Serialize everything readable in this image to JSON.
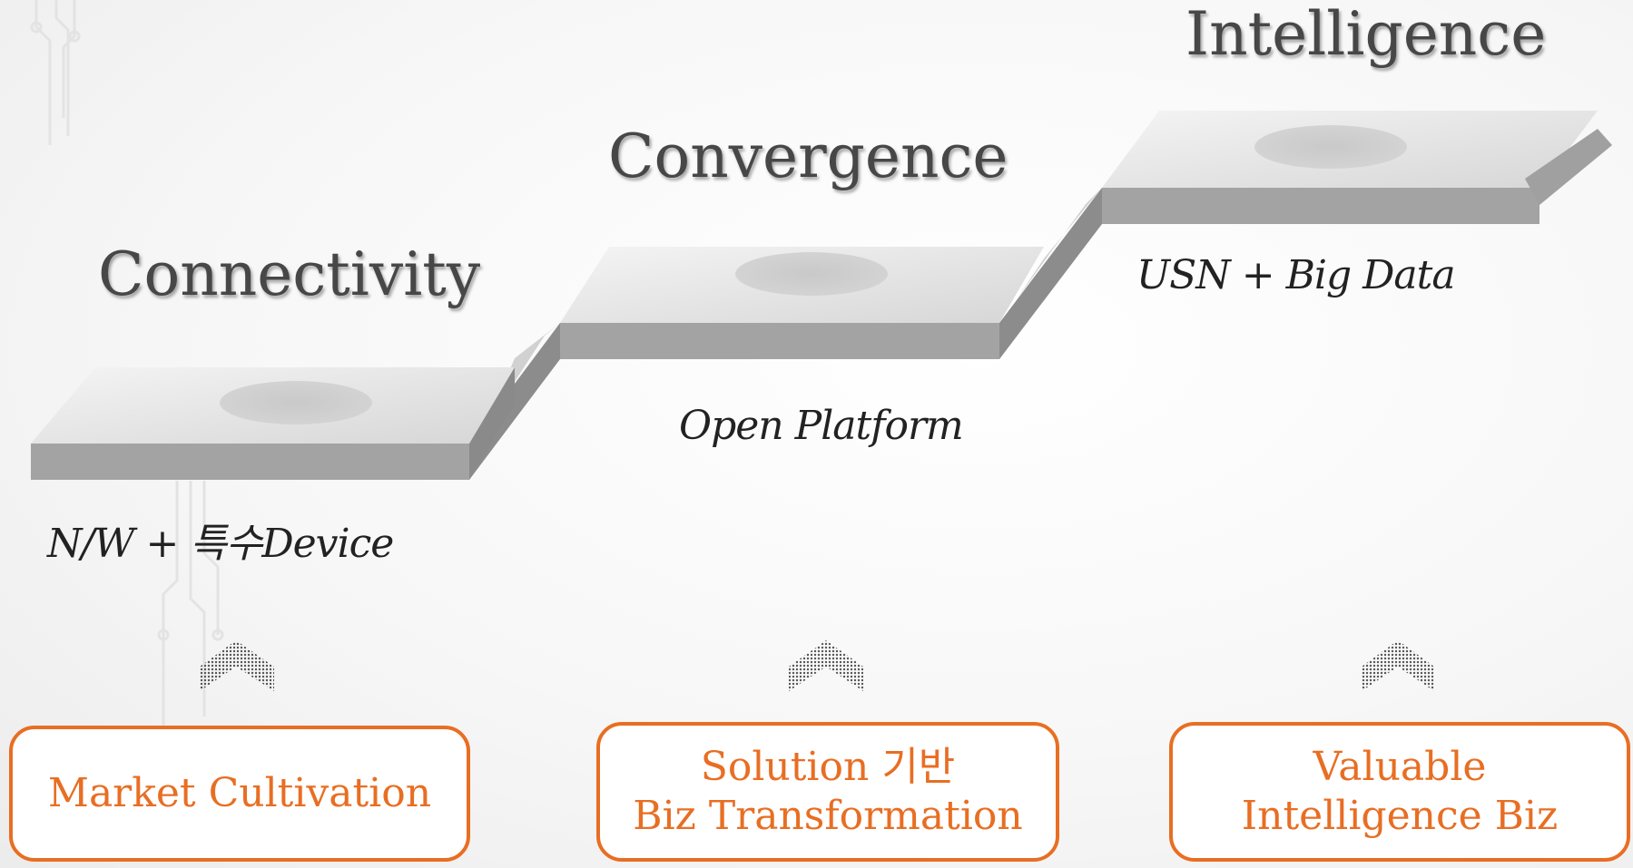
{
  "colors": {
    "accent": "#e86e23",
    "platform_top": "#e6e6e6",
    "platform_front": "#9e9e9e",
    "platform_side": "#8a8a8a",
    "title_text": "#474747"
  },
  "stages": [
    {
      "title": "Connectivity",
      "technology": "N/W  +  특수Device",
      "outcome_lines": [
        "Market Cultivation"
      ]
    },
    {
      "title": "Convergence",
      "technology": "Open Platform",
      "outcome_lines": [
        "Solution 기반",
        "Biz Transformation"
      ]
    },
    {
      "title": "Intelligence",
      "technology": "USN  +  Big Data",
      "outcome_lines": [
        "Valuable",
        "Intelligence Biz"
      ]
    }
  ],
  "icons": {
    "arrow": "chevron-up-dotted-icon",
    "circuit": "circuit-trace-icon"
  }
}
